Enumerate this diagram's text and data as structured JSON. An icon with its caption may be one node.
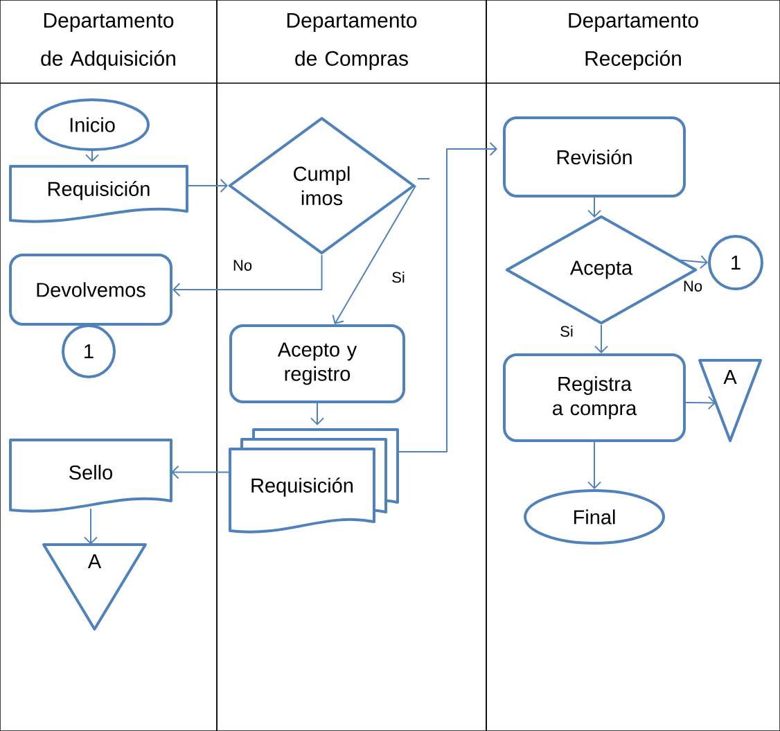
{
  "diagram": {
    "nodes": [
      {
        "text": [
          "Departamento de Adquisición"
        ]
      },
      {
        "text": [
          "Departamento de Compras"
        ]
      },
      {
        "text": [
          "Departamento Recepción"
        ]
      },
      {
        "text": [
          "Inicio"
        ],
        "in": 0
      },
      {
        "text": [
          "Requisición"
        ],
        "in": 0
      },
      {
        "text": [
          "Devolvemos"
        ],
        "in": 0
      },
      {
        "text": [
          "1"
        ],
        "in": 0
      },
      {
        "text": [
          "Sello"
        ],
        "in": 0
      },
      {
        "text": [
          "A"
        ],
        "in": 0
      },
      {
        "text": [
          "Cumpl imos"
        ],
        "in": 1
      },
      {
        "text": [
          "Acepto y registro"
        ],
        "in": 1
      },
      {
        "text": [
          "Requisición"
        ],
        "in": 1
      },
      {
        "text": [
          "Revisión"
        ],
        "in": 2
      },
      {
        "text": [
          "Acepta"
        ],
        "in": 2
      },
      {
        "text": [
          "1"
        ],
        "in": 2
      },
      {
        "text": [
          "Registra a compra"
        ],
        "in": 2
      },
      {
        "text": [
          "A"
        ],
        "in": 2
      },
      {
        "text": [
          "Final"
        ],
        "in": 2
      }
    ],
    "edges": [
      {
        "from": 3,
        "to": 4,
        "arrow": "to"
      },
      {
        "from": 4,
        "to": 9,
        "arrow": "to"
      },
      {
        "from": 9,
        "to": 5,
        "arrow": "to",
        "label": "No"
      },
      {
        "from": 9,
        "to": 10,
        "arrow": "to",
        "label": "Si"
      },
      {
        "from": 10,
        "to": 11,
        "arrow": "to"
      },
      {
        "from": 11,
        "to": 7,
        "arrow": "to"
      },
      {
        "from": 11,
        "to": 12,
        "arrow": "to"
      },
      {
        "from": 12,
        "to": 13,
        "arrow": "to"
      },
      {
        "from": 13,
        "to": 14,
        "arrow": "to",
        "label": "No"
      },
      {
        "from": 13,
        "to": 15,
        "arrow": "to",
        "label": "Si"
      },
      {
        "from": 15,
        "to": 16,
        "arrow": "to"
      },
      {
        "from": 15,
        "to": 17,
        "arrow": "to"
      },
      {
        "from": 7,
        "to": 8,
        "arrow": "to"
      }
    ]
  }
}
